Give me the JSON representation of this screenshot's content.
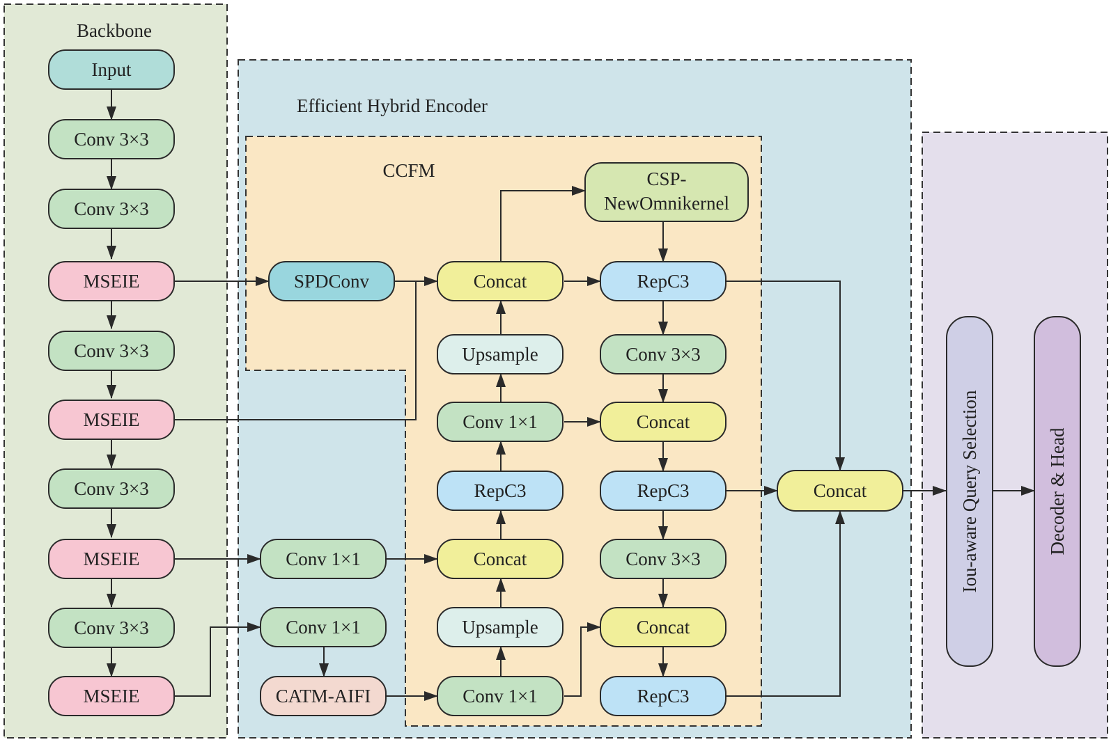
{
  "regions": {
    "backbone": {
      "label": "Backbone",
      "color": "#e1e9d6"
    },
    "encoder": {
      "label": "Efficient Hybrid Encoder",
      "color": "#cfe4ea"
    },
    "ccfm": {
      "label": "CCFM",
      "color": "#fae7c4"
    },
    "head": {
      "label": "",
      "color": "#e4dfec"
    }
  },
  "colors": {
    "input": "#b0ddd9",
    "conv": "#c3e2c3",
    "mseie": "#f7c6d2",
    "spdconv": "#99d6de",
    "concat": "#f1ef9a",
    "repc3": "#bde2f6",
    "upsample": "#ddefeb",
    "csp": "#d6e7b1",
    "catm": "#f3d9d0",
    "query": "#cfcfe6",
    "decoder": "#d1bedd"
  },
  "nodes": {
    "input": "Input",
    "b_conv1": "Conv 3×3",
    "b_conv2": "Conv 3×3",
    "b_mseie1": "MSEIE",
    "b_conv3": "Conv 3×3",
    "b_mseie2": "MSEIE",
    "b_conv4": "Conv 3×3",
    "b_mseie3": "MSEIE",
    "b_conv5": "Conv 3×3",
    "b_mseie4": "MSEIE",
    "spdconv": "SPDConv",
    "e_conv1x1_a": "Conv 1×1",
    "e_conv1x1_b": "Conv 1×1",
    "catm_aifi": "CATM-AIFI",
    "concat_top": "Concat",
    "upsample_top": "Upsample",
    "conv1x1_mid": "Conv 1×1",
    "repc3_mid": "RepC3",
    "concat_mid": "Concat",
    "upsample_bot": "Upsample",
    "conv1x1_bot": "Conv 1×1",
    "csp_line1": "CSP-",
    "csp_line2": "NewOmnikernel",
    "repc3_r1": "RepC3",
    "conv3x3_r1": "Conv 3×3",
    "concat_r1": "Concat",
    "repc3_r2": "RepC3",
    "conv3x3_r2": "Conv 3×3",
    "concat_r2": "Concat",
    "repc3_r3": "RepC3",
    "concat_final": "Concat",
    "query_selection": "Iou-aware Query Selection",
    "decoder_head": "Decoder & Head"
  }
}
